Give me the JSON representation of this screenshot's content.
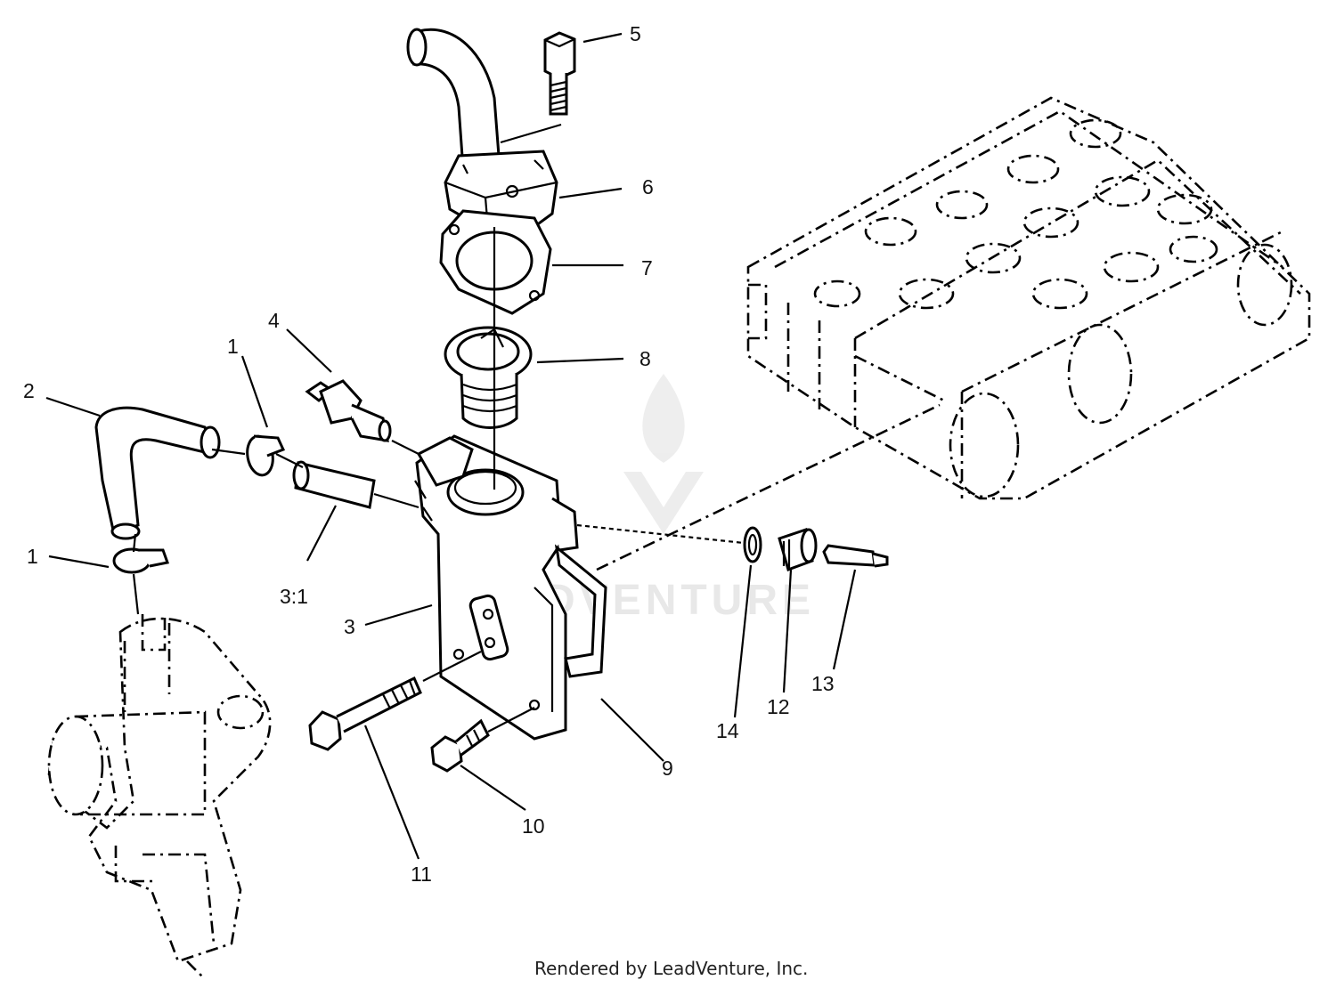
{
  "callouts": [
    {
      "id": "c1a",
      "text": "1"
    },
    {
      "id": "c1b",
      "text": "1"
    },
    {
      "id": "c2",
      "text": "2"
    },
    {
      "id": "c3",
      "text": "3"
    },
    {
      "id": "c31",
      "text": "3:1"
    },
    {
      "id": "c4",
      "text": "4"
    },
    {
      "id": "c5",
      "text": "5"
    },
    {
      "id": "c6",
      "text": "6"
    },
    {
      "id": "c7",
      "text": "7"
    },
    {
      "id": "c8",
      "text": "8"
    },
    {
      "id": "c9",
      "text": "9"
    },
    {
      "id": "c10",
      "text": "10"
    },
    {
      "id": "c11",
      "text": "11"
    },
    {
      "id": "c12",
      "text": "12"
    },
    {
      "id": "c13",
      "text": "13"
    },
    {
      "id": "c14",
      "text": "14"
    }
  ],
  "footer": "Rendered by LeadVenture, Inc.",
  "watermark": "LEADVENTURE"
}
